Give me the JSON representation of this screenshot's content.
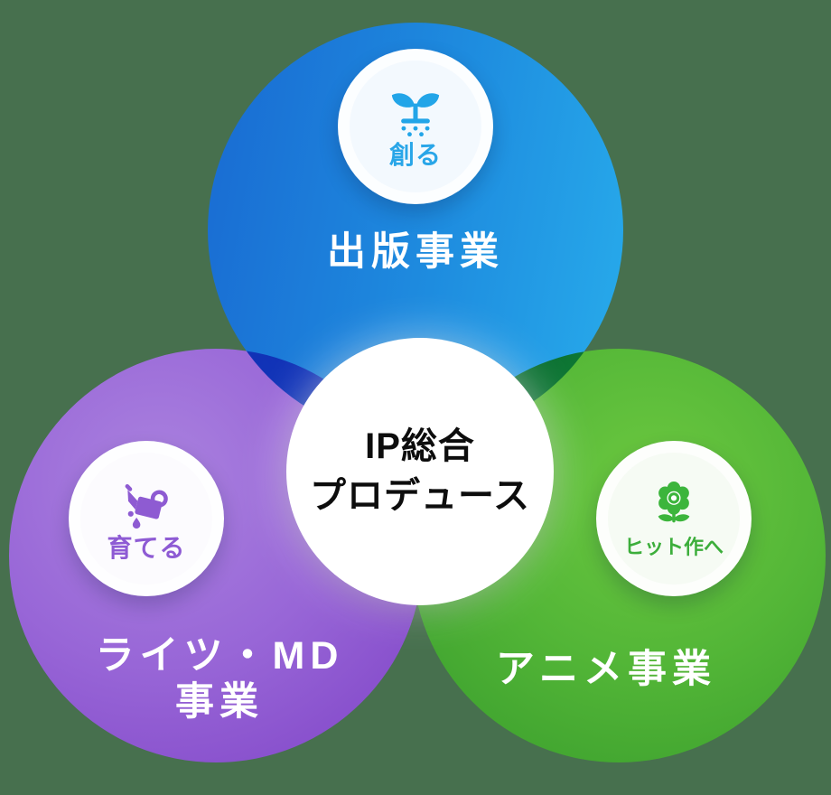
{
  "diagram": {
    "background_color": "#47704E",
    "center": {
      "line1": "IP総合",
      "line2": "プロデュース"
    },
    "publishing": {
      "name": "出版事業",
      "badge": "創る",
      "icon": "sprout-icon",
      "color_light": "#27A9EA",
      "color_dark": "#1A6FD4",
      "badge_text_color": "#29A6E8"
    },
    "rights_md": {
      "name_line1": "ライツ・MD",
      "name_line2": "事業",
      "badge": "育てる",
      "icon": "watering-can-icon",
      "color_light": "#AA82DF",
      "color_dark": "#7E42C6",
      "badge_text_color": "#8E5BD4"
    },
    "anime": {
      "name": "アニメ事業",
      "badge": "ヒット作へ",
      "icon": "flower-icon",
      "color_light": "#6CC840",
      "color_dark": "#379B2C",
      "badge_text_color": "#3CAE3B"
    },
    "overlap_colors": {
      "publishing_rights": "#1B2FB4",
      "publishing_anime": "#0F7233",
      "rights_anime": "#17402A"
    }
  }
}
